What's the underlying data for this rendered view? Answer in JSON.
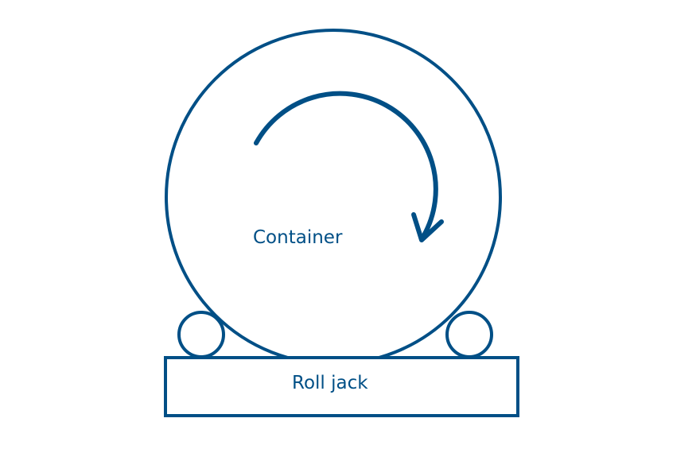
{
  "labels": {
    "container": "Container",
    "roll_jack": "Roll jack"
  },
  "colors": {
    "stroke": "#004f86",
    "background": "#ffffff"
  },
  "rotation_direction": "clockwise"
}
